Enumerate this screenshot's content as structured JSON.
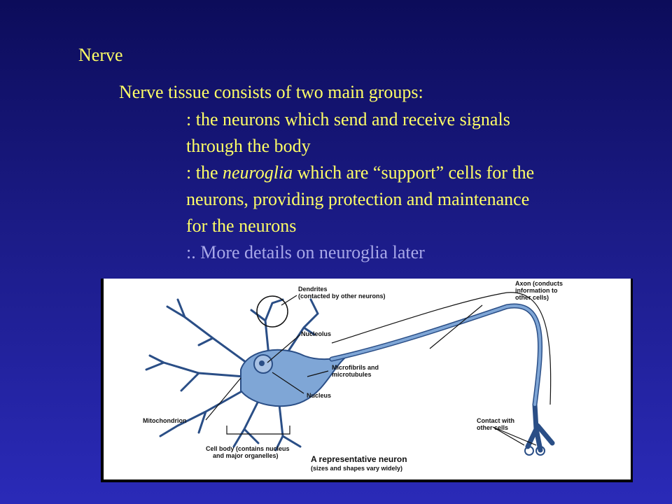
{
  "slide": {
    "title": "Nerve",
    "intro": "Nerve tissue consists of two main groups:",
    "neurons_line1": ": the neurons which send and receive signals",
    "neurons_line2": "through the body",
    "neuroglia_prefix": ": the ",
    "neuroglia_term": "neuroglia",
    "neuroglia_suffix": " which are “support” cells for the",
    "neuroglia_line2": "neurons, providing protection and maintenance",
    "neuroglia_line3": "for the neurons",
    "more_details": ":. More details on neuroglia later"
  },
  "figure": {
    "labels": {
      "dendrites_1": "Dendrites",
      "dendrites_2": "(contacted by other neurons)",
      "nucleolus": "Nucleolus",
      "microfibrils_1": "Microfibrils and",
      "microfibrils_2": "microtubules",
      "nucleus": "Nucleus",
      "mitochondrion": "Mitochondrion",
      "cellbody_1": "Cell body (contains nucleus",
      "cellbody_2": "and major organelles)",
      "axon_1": "Axon (conducts",
      "axon_2": "information to",
      "axon_3": "other cells)",
      "contact_1": "Contact with",
      "contact_2": "other cells",
      "caption_1": "A representative neuron",
      "caption_2": "(sizes and shapes vary widely)"
    },
    "colors": {
      "cell_fill": "#7fa6d6",
      "cell_stroke": "#2a4e86",
      "label_ink": "#111111",
      "text_yellow": "#ffff66",
      "text_muted": "#a8a8e8"
    }
  }
}
